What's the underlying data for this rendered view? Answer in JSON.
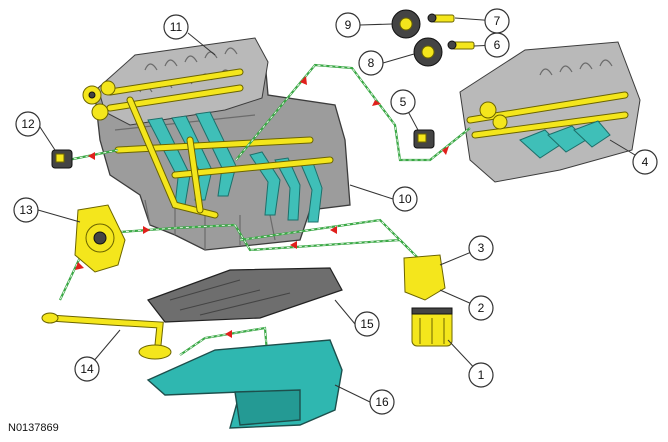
{
  "figure": {
    "reference_code": "N0137869",
    "callouts": [
      {
        "id": "1",
        "label": "1"
      },
      {
        "id": "2",
        "label": "2"
      },
      {
        "id": "3",
        "label": "3"
      },
      {
        "id": "4",
        "label": "4"
      },
      {
        "id": "5",
        "label": "5"
      },
      {
        "id": "6",
        "label": "6"
      },
      {
        "id": "7",
        "label": "7"
      },
      {
        "id": "8",
        "label": "8"
      },
      {
        "id": "9",
        "label": "9"
      },
      {
        "id": "10",
        "label": "10"
      },
      {
        "id": "11",
        "label": "11"
      },
      {
        "id": "12",
        "label": "12"
      },
      {
        "id": "13",
        "label": "13"
      },
      {
        "id": "14",
        "label": "14"
      },
      {
        "id": "15",
        "label": "15"
      },
      {
        "id": "16",
        "label": "16"
      }
    ],
    "colors": {
      "engine_block": "#9c9c9c",
      "oil_passages_yellow": "#f4e61c",
      "oil_passages_teal": "#3fbfb8",
      "oil_pan": "#2fb7b0",
      "oil_flow_line": "#3aa845",
      "flow_arrow": "#e0201c"
    }
  }
}
